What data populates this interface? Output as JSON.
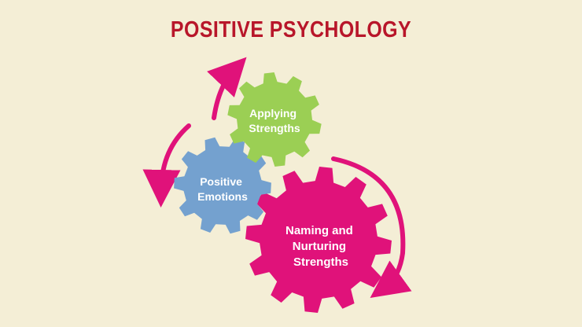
{
  "title": "POSITIVE PSYCHOLOGY",
  "colors": {
    "background": "#f4eed6",
    "title": "#b8162a",
    "arrow": "#e0127a",
    "gear_applying": "#9bcf54",
    "gear_emotions": "#74a1cf",
    "gear_naming": "#e0127a"
  },
  "gears": [
    {
      "id": "applying-strengths",
      "lines": [
        "Applying",
        "Strengths"
      ],
      "color": "#9bcf54"
    },
    {
      "id": "positive-emotions",
      "lines": [
        "Positive",
        "Emotions"
      ],
      "color": "#74a1cf"
    },
    {
      "id": "naming-nurturing-strengths",
      "lines": [
        "Naming and",
        "Nurturing",
        "Strengths"
      ],
      "color": "#e0127a"
    }
  ]
}
